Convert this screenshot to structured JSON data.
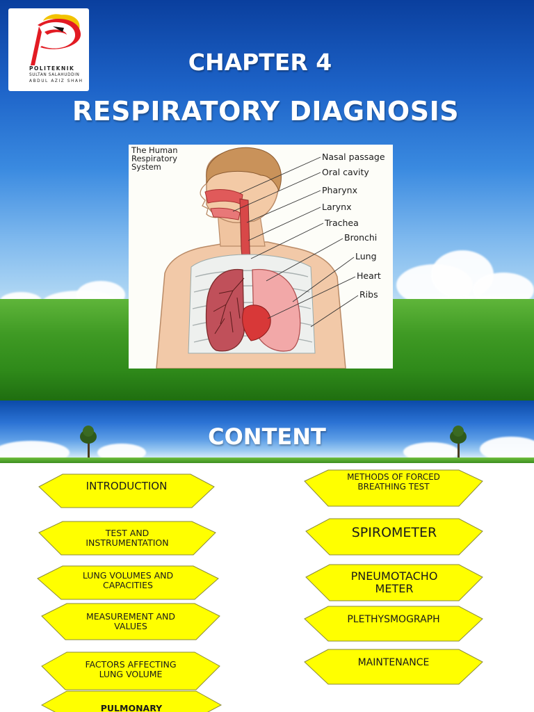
{
  "slide1": {
    "logo": {
      "line1": "POLITEKNIK",
      "line2": "SULTAN SALAHUDDIN",
      "line3": "ABDUL AZIZ SHAH",
      "colors": {
        "red": "#e21b23",
        "yellow": "#f2c200",
        "black": "#111111"
      }
    },
    "chapter": "CHAPTER 4",
    "title": "RESPIRATORY DIAGNOSIS",
    "diagram": {
      "title": "The Human\nRespiratory\nSystem",
      "labels": [
        "Nasal passage",
        "Oral cavity",
        "Pharynx",
        "Larynx",
        "Trachea",
        "Bronchi",
        "Lung",
        "Heart",
        "Ribs"
      ]
    }
  },
  "slide2": {
    "title": "CONTENT",
    "left_items": [
      "INTRODUCTION",
      "TEST AND INSTRUMENTATION",
      "LUNG VOLUMES AND CAPACITIES",
      "MEASUREMENT AND VALUES",
      "FACTORS AFFECTING LUNG VOLUME",
      "PULMONARY"
    ],
    "right_items": [
      "METHODS OF FORCED BREATHING TEST",
      "SPIROMETER",
      "PNEUMOTACHO METER",
      "PLETHYSMOGRAPH",
      "MAINTENANCE"
    ],
    "colors": {
      "shape_fill": "#ffff00",
      "shape_stroke": "#8a8a3a"
    }
  }
}
